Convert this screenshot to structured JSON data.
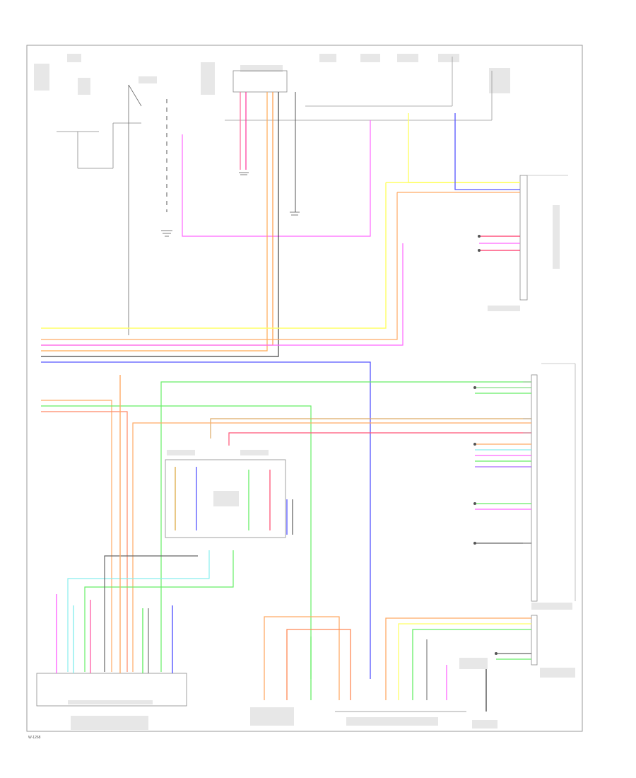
{
  "diagram": {
    "page_id": "W-1268",
    "colors": {
      "pink": "#ff66ff",
      "yellow": "#ffff66",
      "orange": "#ffaa55",
      "blue": "#5555ff",
      "green": "#66ee66",
      "gray": "#888888",
      "dark": "#222222",
      "salmon": "#ff8866",
      "cyan": "#88eeee",
      "red": "#ff5577",
      "tan": "#ddaa66"
    },
    "icons": [
      "ground-symbol",
      "splice-dot",
      "connector-pin"
    ]
  }
}
